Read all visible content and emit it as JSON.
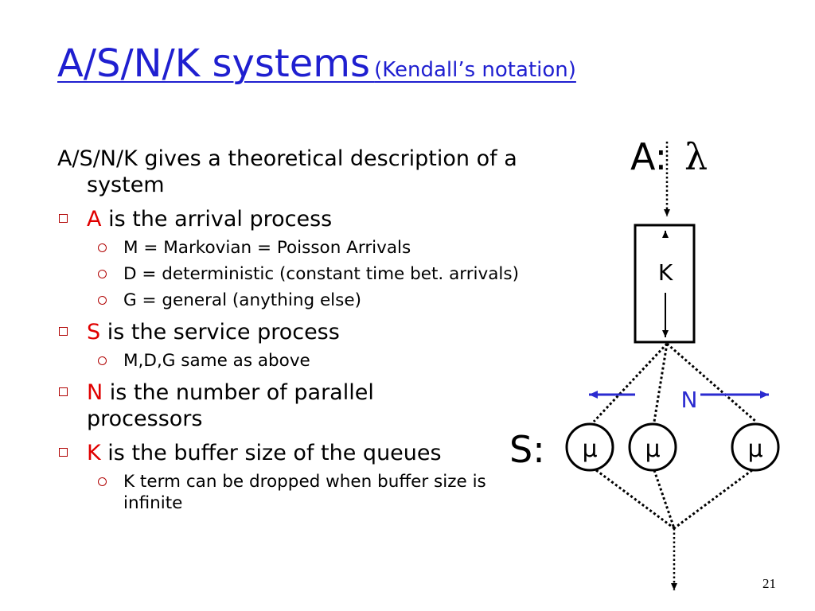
{
  "title": {
    "main": "A/S/N/K systems",
    "sub": "(Kendall’s notation)"
  },
  "intro": "A/S/N/K gives a theoretical description of a system",
  "items": [
    {
      "key": "A",
      "text": " is the arrival process",
      "subitems": [
        "M = Markovian = Poisson Arrivals",
        "D = deterministic (constant time bet. arrivals)",
        "G = general (anything else)"
      ]
    },
    {
      "key": "S",
      "text": " is the service process",
      "subitems": [
        "M,D,G same as above"
      ]
    },
    {
      "key": "N",
      "text": " is the number of parallel processors",
      "subitems": []
    },
    {
      "key": "K",
      "text": " is the buffer size of the queues",
      "subitems": [
        "K term can be dropped when buffer size is infinite"
      ]
    }
  ],
  "diagram": {
    "arrival_label": "A:",
    "arrival_symbol": "λ",
    "buffer_label": "K",
    "n_label": "N",
    "service_label": "S:",
    "server_symbol": "μ"
  },
  "page_number": "21",
  "colors": {
    "title": "#1f1fd0",
    "highlight": "#e00000",
    "bullet": "#b00000",
    "arrow": "#2b2bd0"
  }
}
